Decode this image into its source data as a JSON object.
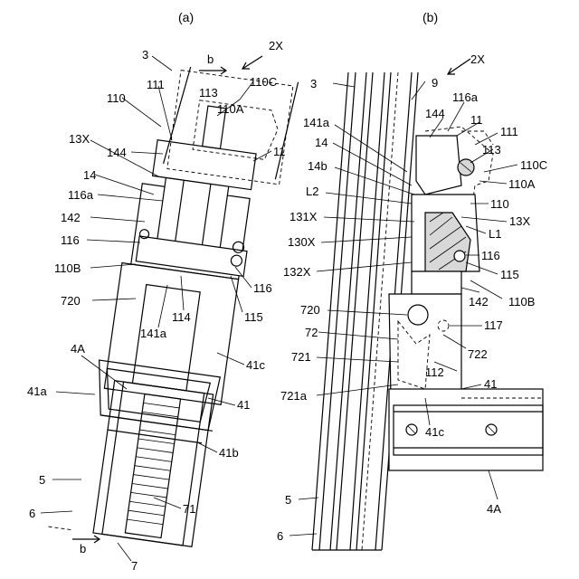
{
  "panel_a": {
    "caption": "(a)",
    "labels": {
      "l_3": "3",
      "l_b_top": "b",
      "l_2x": "2X",
      "l_110c": "110C",
      "l_111": "111",
      "l_113": "113",
      "l_110": "110",
      "l_110a": "110A",
      "l_13x": "13X",
      "l_144": "144",
      "l_11": "11",
      "l_14": "14",
      "l_116a": "116a",
      "l_142": "142",
      "l_116_left": "116",
      "l_110b": "110B",
      "l_116_right": "116",
      "l_720": "720",
      "l_114": "114",
      "l_115": "115",
      "l_141a": "141a",
      "l_41c": "41c",
      "l_4a": "4A",
      "l_41a": "41a",
      "l_41": "41",
      "l_41b": "41b",
      "l_5": "5",
      "l_6": "6",
      "l_71": "71",
      "l_b_bottom": "b",
      "l_7": "7"
    }
  },
  "panel_b": {
    "caption": "(b)",
    "labels": {
      "l_2x": "2X",
      "l_3": "3",
      "l_9": "9",
      "l_116a": "116a",
      "l_144": "144",
      "l_11": "11",
      "l_111": "111",
      "l_141a": "141a",
      "l_113": "113",
      "l_14": "14",
      "l_110c": "110C",
      "l_14b": "14b",
      "l_110a": "110A",
      "l_l2": "L2",
      "l_110": "110",
      "l_131x": "131X",
      "l_13x": "13X",
      "l_130x": "130X",
      "l_l1": "L1",
      "l_116": "116",
      "l_132x": "132X",
      "l_115": "115",
      "l_142": "142",
      "l_110b": "110B",
      "l_720": "720",
      "l_117": "117",
      "l_72": "72",
      "l_722": "722",
      "l_721": "721",
      "l_112": "112",
      "l_41": "41",
      "l_721a": "721a",
      "l_41c": "41c",
      "l_5": "5",
      "l_4a": "4A",
      "l_6": "6"
    }
  }
}
